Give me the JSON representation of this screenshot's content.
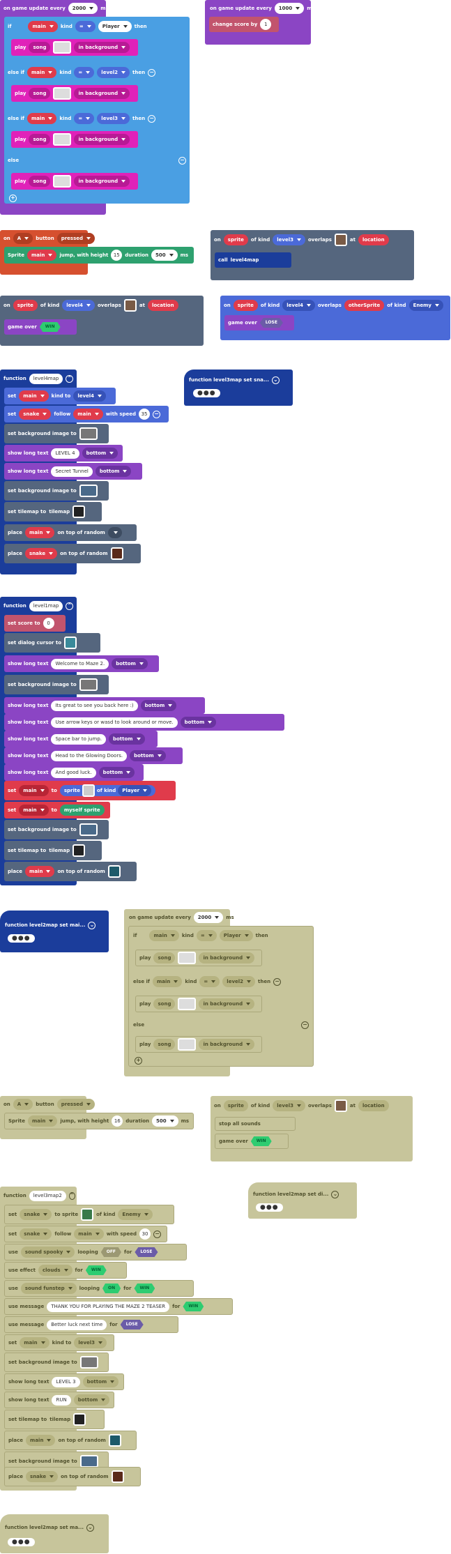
{
  "labels": {
    "on_game_update_every": "on game update every",
    "ms": "ms",
    "if": "if",
    "kind": "kind",
    "eq": "=",
    "then": "then",
    "else_if": "else if",
    "else": "else",
    "play": "play",
    "song": "song",
    "in_background": "in background",
    "change_score_by": "change score by",
    "on": "on",
    "button": "button",
    "pressed": "pressed",
    "sprite_kw": "Sprite",
    "jump_with_height": "jump, with height",
    "duration": "duration",
    "of_kind": "of kind",
    "overlaps": "overlaps",
    "at": "at",
    "location": "location",
    "call": "call",
    "game_over": "game over",
    "function": "function",
    "set": "set",
    "kind_to": "kind to",
    "follow": "follow",
    "with_speed": "with speed",
    "set_bg_image": "set background image to",
    "show_long_text": "show long text",
    "bottom": "bottom",
    "set_tilemap_to": "set tilemap to",
    "tilemap": "tilemap",
    "place": "place",
    "on_top_of_random": "on top of random",
    "set_score_to": "set score to",
    "set_dialog_cursor_to": "set dialog cursor to",
    "to": "to",
    "sprite_lc": "sprite",
    "myself_sprite": "myself sprite",
    "stop_all_sounds": "stop all sounds",
    "to_sprite": "to sprite",
    "use": "use",
    "looping": "looping",
    "for": "for",
    "use_effect": "use effect",
    "use_message": "use message",
    "dots": "●●●"
  },
  "values": {
    "update_ms": "2000",
    "score_update_ms": "1000",
    "score_change": "1",
    "sprite_main": "main",
    "player": "Player",
    "level2": "level2",
    "level3": "level3",
    "level4": "level4",
    "button_a": "A",
    "pressed": "pressed",
    "jump_height": "15",
    "jump_height_ghost": "16",
    "jump_duration": "500",
    "sprite_var": "sprite",
    "other_sprite": "otherSprite",
    "enemy": "Enemy",
    "win": "WIN",
    "lose": "LOSE",
    "snake": "snake",
    "speed35": "35",
    "speed30": "30",
    "score0": "0",
    "level4_text": "LEVEL 4",
    "secret_tunnel": "Secret Tunnel",
    "level3_text": "LEVEL 3",
    "run_text": "RUN",
    "welcome": "Welcome to Maze 2.",
    "great_see": "Its great to see you back here :)",
    "arrow_keys": "Use arrow keys or wasd to look around              or move.",
    "space_jump": "Space bar to jump.",
    "glowing_doors": "Head to the Glowing Doors.",
    "good_luck": "And good luck.",
    "sound_spooky": "sound spooky",
    "sound_funstep": "sound funstep",
    "off": "OFF",
    "on": "ON",
    "clouds": "clouds",
    "thank_you": "THANK YOU FOR PLAYING THE MAZE 2 TEASER",
    "better_luck": "Better luck next time"
  },
  "functions": {
    "level4map": "level4map",
    "level1map": "level1map",
    "level3map": "level3map",
    "level2map": "level2map",
    "call_level4map": "level4map"
  },
  "function_defs": {
    "level3map": "function level3map  set sna...",
    "level2map": "function level2map  set mai...",
    "level2map_ghost": "function level2map  set di...",
    "level2map_ghost2": "function level2map  set ma..."
  },
  "colors": {
    "events": "#8b45c4",
    "logic": "#4a9fe3",
    "music": "#e022b9",
    "sprites": "#4b6ad8",
    "controller": "#d6502f",
    "scene": "#55667e",
    "functions": "#1b3d9b",
    "disabled": "#c7c59b"
  }
}
